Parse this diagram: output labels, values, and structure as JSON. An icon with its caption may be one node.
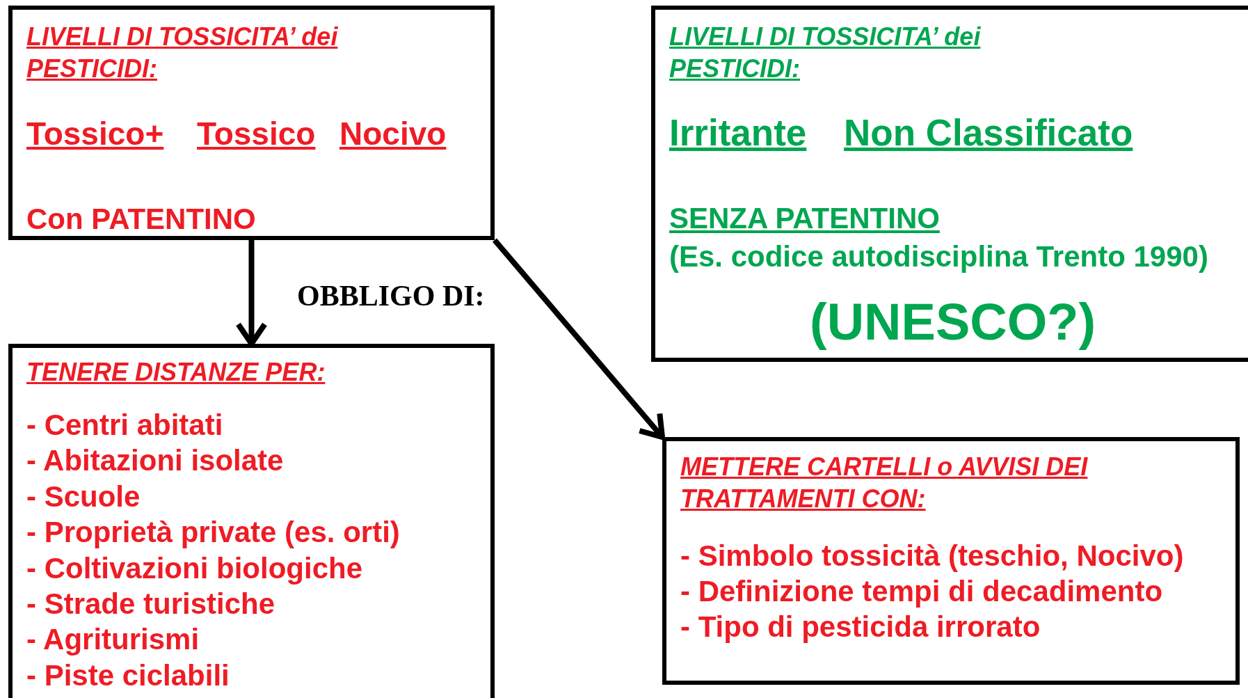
{
  "diagram": {
    "nodes": [
      {
        "text": [
          "LIVELLI  DI TOSSICITA’  dei PESTICIDI:",
          "Tossico+",
          "Tossico",
          "Nocivo",
          "Con PATENTINO"
        ]
      },
      {
        "text": [
          "LIVELLI  DI TOSSICITA’  dei PESTICIDI:",
          "Irritante",
          "Non Classificato",
          "SENZA  PATENTINO",
          "(Es. codice autodisciplina Trento 1990)",
          "(UNESCO?)"
        ]
      },
      {
        "text": [
          "TENERE DISTANZE  PER:",
          "- Centri abitati",
          "- Abitazioni isolate",
          "- Scuole",
          "- Proprietà private (es. orti)",
          "- Coltivazioni biologiche",
          "- Strade turistiche",
          "- Agriturismi",
          "- Piste ciclabili"
        ]
      },
      {
        "text": [
          "METTERE  CARTELLI  o  AVVISI   DEI TRATTAMENTI  CON:",
          "- Simbolo tossicità (teschio, Nocivo)",
          "- Definizione tempi di decadimento",
          "- Tipo di pesticida irrorato"
        ]
      }
    ],
    "edges": [
      {
        "from": 0,
        "to": 2,
        "arrow": "to",
        "label": "OBBLIGO DI:"
      },
      {
        "from": 0,
        "to": 3,
        "arrow": "to"
      }
    ]
  }
}
